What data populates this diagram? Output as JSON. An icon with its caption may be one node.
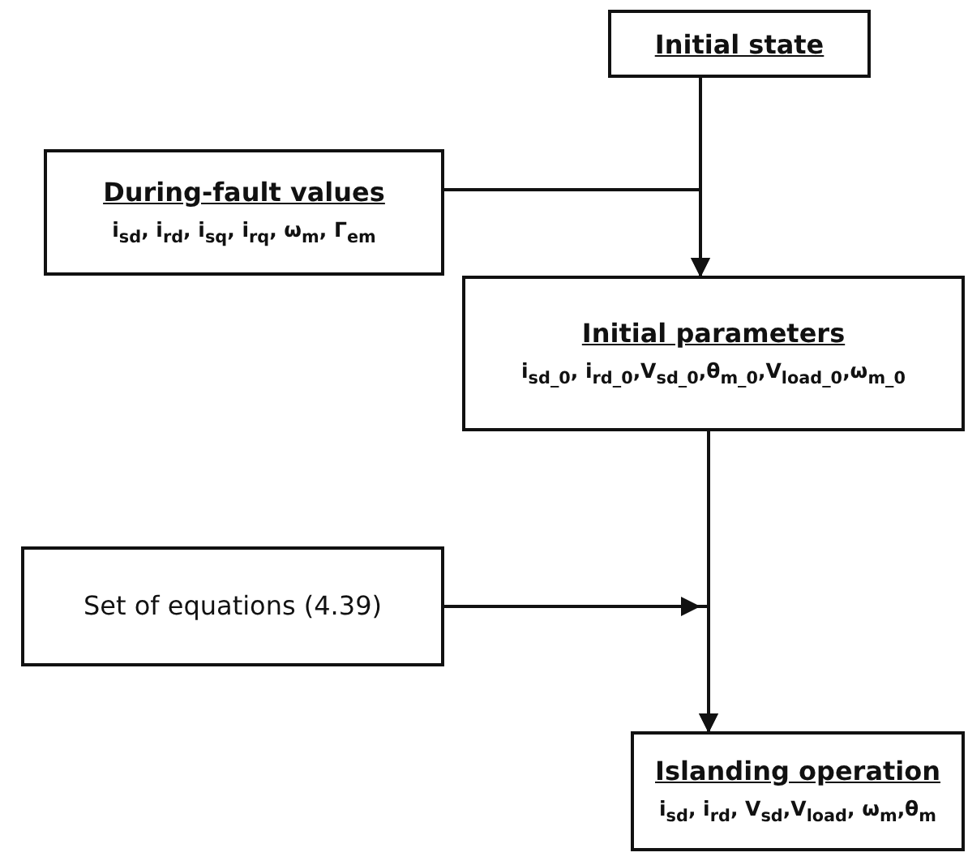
{
  "diagram": {
    "nodes": [
      {
        "text": [
          "Initial state"
        ]
      },
      {
        "text": [
          "During-fault values",
          "i$_{sd}$, i$_{rd}$, i$_{sq}$, i$_{rq}$, ω$_{m}$, Γ$_{em}$"
        ]
      },
      {
        "text": [
          "Initial parameters",
          "i$_{sd_0}$, i$_{rd_0}$,V$_{sd_0}$,θ$_{m_0}$,V$_{load_0}$,ω$_{m_0}$"
        ]
      },
      {
        "text": [
          "Set of equations (4.39)"
        ]
      },
      {
        "text": [
          "Islanding operation",
          "i$_{sd}$, i$_{rd}$, V$_{sd}$,V$_{load}$, ω$_{m}$,θ$_{m}$"
        ]
      }
    ],
    "edges": [
      {
        "from": 0,
        "to": 2,
        "arrow": "to"
      },
      {
        "from": 1,
        "to": 2,
        "arrow": "to"
      },
      {
        "from": 2,
        "to": 4,
        "arrow": "to"
      },
      {
        "from": 3,
        "to": 4,
        "arrow": "to"
      }
    ]
  }
}
